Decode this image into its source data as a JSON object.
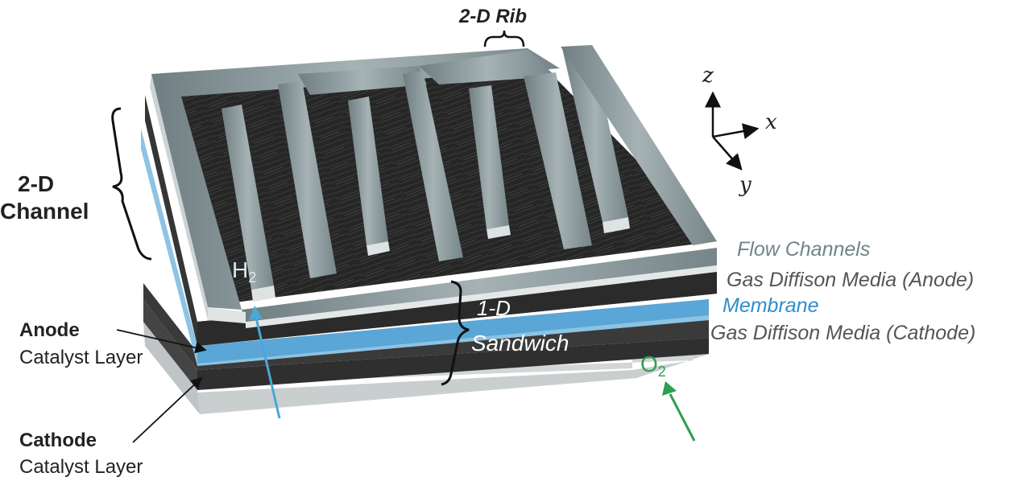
{
  "labels": {
    "rib": "2-D Rib",
    "channel_line1": "2-D",
    "channel_line2": "Channel",
    "sandwich_line1": "1-D",
    "sandwich_line2": "Sandwich",
    "anode_bold": "Anode",
    "anode_sub": "Catalyst Layer",
    "cathode_bold": "Cathode",
    "cathode_sub": "Catalyst Layer",
    "h2": "H",
    "o2": "O",
    "subscript_2": "2"
  },
  "layers": {
    "flow_channels": "Flow Channels",
    "gdm_anode": "Gas Diffison Media (Anode)",
    "membrane": "Membrane",
    "gdm_cathode": "Gas Diffison Media (Cathode)"
  },
  "axes": {
    "z": "z",
    "x": "x",
    "y": "y"
  },
  "colors": {
    "flow_label": "#6f8588",
    "gdm_label": "#555555",
    "membrane": "#2e8ecb",
    "hydrogen": "#4aa7d6",
    "oxygen": "#2e9e50",
    "rib_top": "#7d8c90",
    "gdm_dark": "#262626"
  }
}
